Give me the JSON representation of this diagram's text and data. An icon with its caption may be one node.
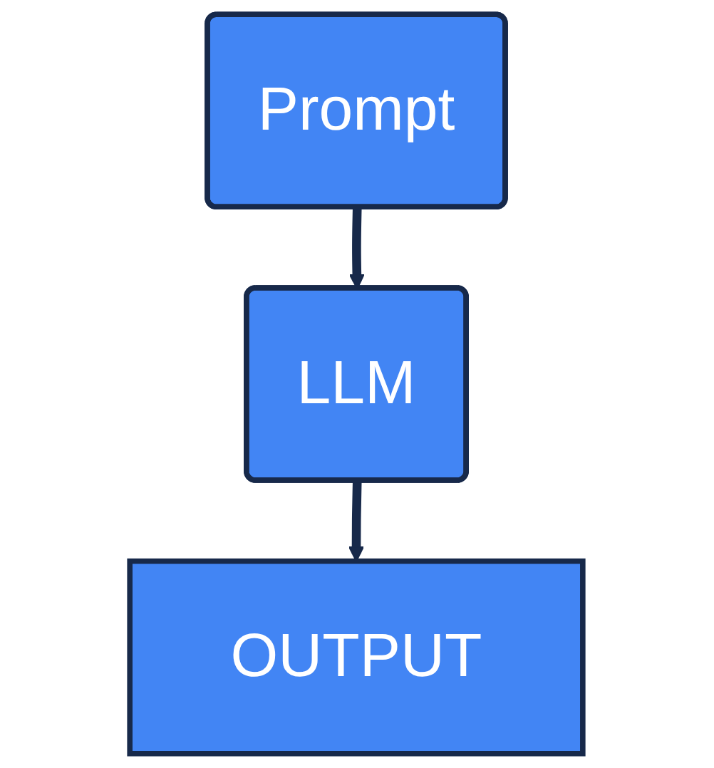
{
  "diagram": {
    "nodes": [
      {
        "text": [
          "Prompt"
        ]
      },
      {
        "text": [
          "LLM"
        ]
      },
      {
        "text": [
          "OUTPUT"
        ]
      }
    ],
    "edges": [
      {
        "from": 0,
        "to": 1,
        "arrow": "to"
      },
      {
        "from": 1,
        "to": 2,
        "arrow": "to"
      }
    ]
  }
}
